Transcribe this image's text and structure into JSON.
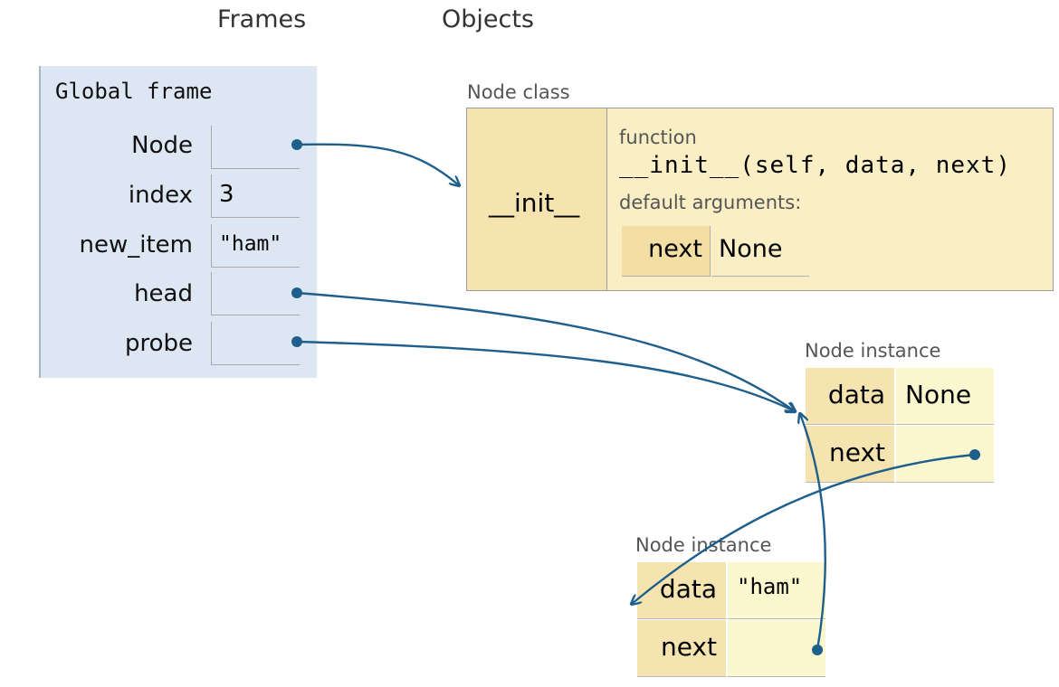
{
  "headers": {
    "frames": "Frames",
    "objects": "Objects"
  },
  "frame": {
    "title": "Global frame",
    "vars": [
      {
        "name": "Node",
        "value": ""
      },
      {
        "name": "index",
        "value": "3"
      },
      {
        "name": "new_item",
        "value": "\"ham\""
      },
      {
        "name": "head",
        "value": ""
      },
      {
        "name": "probe",
        "value": ""
      }
    ]
  },
  "node_class": {
    "label": "Node class",
    "key": "__init__",
    "function_label": "function",
    "signature": "__init__(self, data, next)",
    "defaults_label": "default arguments:",
    "default_key": "next",
    "default_value": "None"
  },
  "instance1": {
    "label": "Node instance",
    "rows": [
      {
        "key": "data",
        "value": "None"
      },
      {
        "key": "next",
        "value": ""
      }
    ]
  },
  "instance2": {
    "label": "Node instance",
    "rows": [
      {
        "key": "data",
        "value": "\"ham\""
      },
      {
        "key": "next",
        "value": ""
      }
    ]
  },
  "colors": {
    "arrow": "#1f5f8b",
    "frame_bg": "#dde7f3",
    "object_bg": "#faeec5"
  }
}
